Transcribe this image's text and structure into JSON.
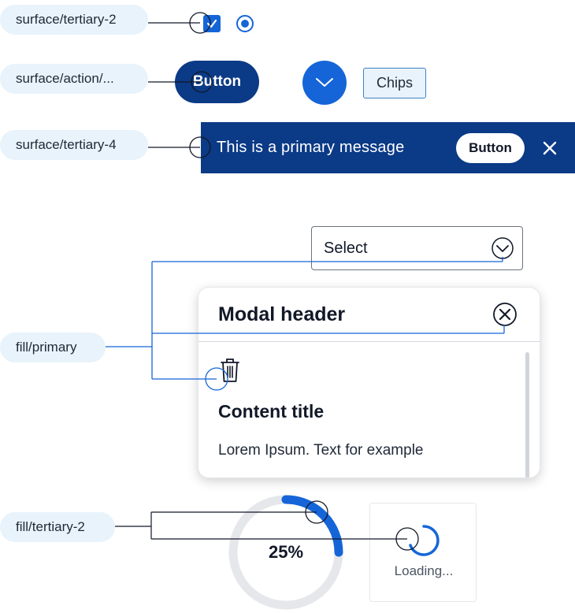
{
  "labels": {
    "label_1": "surface/tertiary-2",
    "label_2": "surface/action/...",
    "label_3": "surface/tertiary-4",
    "label_4": "fill/primary",
    "label_5": "fill/tertiary-2"
  },
  "row1": {
    "checkbox_checked": true,
    "radio_selected": true
  },
  "row2": {
    "button_label": "Button",
    "chips_label": "Chips",
    "round_button_icon": "chevron-down-icon"
  },
  "banner": {
    "message": "This is a primary message",
    "button_label": "Button",
    "close_icon": "close-icon"
  },
  "select": {
    "label": "Select",
    "icon": "chevron-down-circle-icon"
  },
  "modal": {
    "header": "Modal header",
    "close_icon": "close-circle-icon",
    "content_icon": "trash-icon",
    "content_title": "Content title",
    "body_text": "Lorem Ipsum. Text for example"
  },
  "progress": {
    "percent_label": "25%",
    "percent_value": 25
  },
  "loading": {
    "label": "Loading..."
  },
  "colors": {
    "primary_dark": "#0b3a86",
    "primary": "#1565d8",
    "tertiary_surface": "#e8f3fb",
    "track": "#e5e7eb"
  }
}
